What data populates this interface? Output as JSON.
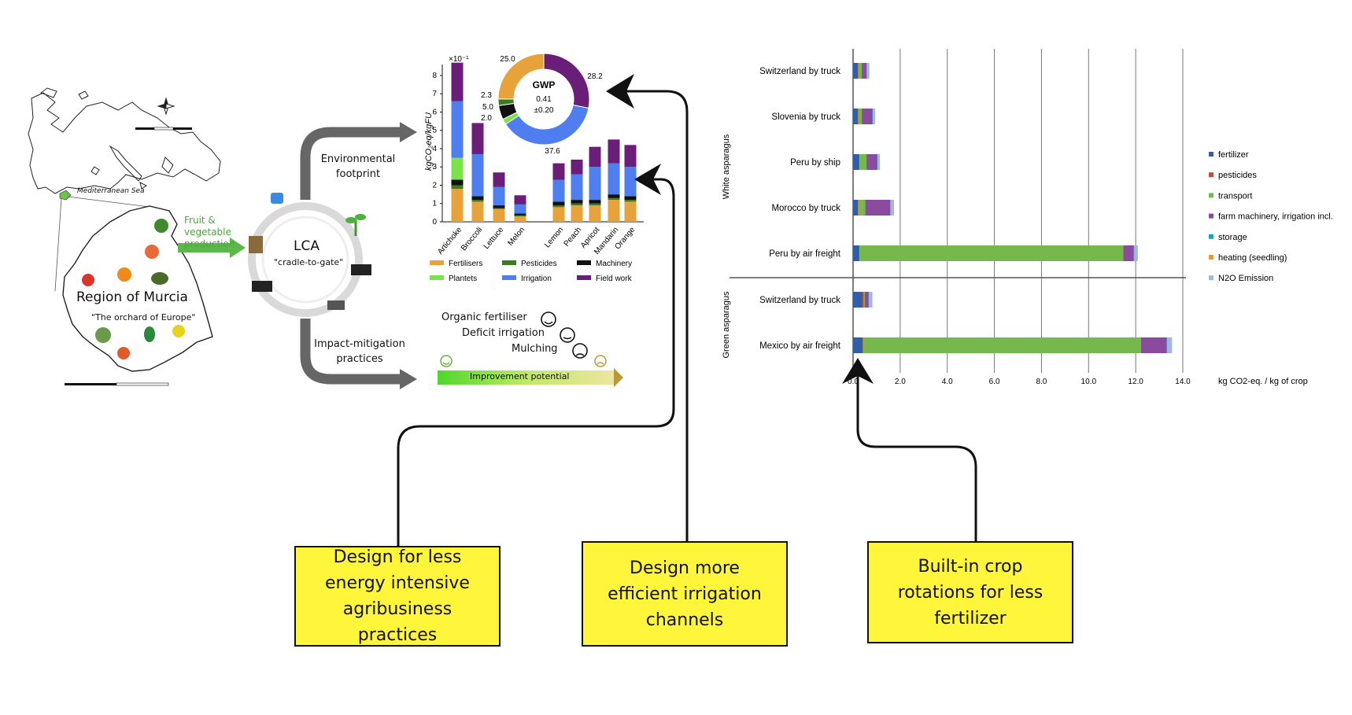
{
  "map": {
    "sea_label": "Mediterranean Sea",
    "region_title": "Region of Murcia",
    "region_subtitle": "\"The orchard of Europe\"",
    "production_label": "Fruit & vegetable production"
  },
  "lca": {
    "title": "LCA",
    "subtitle": "\"cradle-to-gate\"",
    "footprint_label": "Environmental footprint",
    "mitigation_label": "Impact-mitigation practices"
  },
  "crop_chart": {
    "multiplier": "×10⁻¹",
    "ylabel": "kgCO₂eq/kgFU",
    "donut_title": "GWP",
    "donut_value": "0.41",
    "donut_error": "±0.20",
    "donut_labels": [
      "25.0",
      "28.2",
      "37.6",
      "2.3",
      "5.0",
      "2.0"
    ],
    "legend": [
      "Fertilisers",
      "Pesticides",
      "Machinery",
      "Plantets",
      "Irrigation",
      "Field work"
    ]
  },
  "mitigation": {
    "items": [
      "Organic fertiliser",
      "Deficit irrigation",
      "Mulching"
    ],
    "bar_label": "Improvement potential"
  },
  "notes": [
    "Design for less energy intensive agribusiness practices",
    "Design more efficient irrigation channels",
    "Built-in crop rotations for less fertilizer"
  ],
  "colors": {
    "fertilisers": "#e8a23a",
    "pesticides": "#3a7d1e",
    "machinery": "#111111",
    "plantets": "#7be34a",
    "irrigation": "#4f7ef0",
    "field_work": "#6a1e78",
    "note_yellow": "#fff53a",
    "asp_fertilizer": "#2f5fa8",
    "asp_pesticides": "#d04a2a",
    "asp_transport": "#76b84e",
    "asp_farm": "#8a4a9e",
    "asp_storage": "#1aa3c0",
    "asp_heating": "#e89a2a",
    "asp_n2o": "#9db7e8"
  },
  "chart_data": [
    {
      "type": "bar",
      "stacked": true,
      "title": "",
      "xlabel": "",
      "ylabel": "kgCO₂eq/kgFU",
      "ylim": [
        0,
        8.6
      ],
      "yticks": [
        0,
        1,
        2,
        3,
        4,
        5,
        6,
        7,
        8
      ],
      "categories": [
        "Artichoke",
        "Broccoli",
        "Lettuce",
        "Melon",
        "Lemon",
        "Peach",
        "Apricot",
        "Mandarin",
        "Orange"
      ],
      "series": [
        {
          "name": "Fertilisers",
          "values": [
            1.8,
            1.1,
            0.7,
            0.3,
            0.8,
            0.9,
            0.9,
            1.2,
            1.1
          ]
        },
        {
          "name": "Pesticides",
          "values": [
            0.2,
            0.1,
            0.05,
            0.05,
            0.1,
            0.1,
            0.1,
            0.1,
            0.1
          ]
        },
        {
          "name": "Machinery",
          "values": [
            0.3,
            0.2,
            0.15,
            0.1,
            0.2,
            0.2,
            0.2,
            0.2,
            0.2
          ]
        },
        {
          "name": "Plantets",
          "values": [
            1.2,
            0,
            0,
            0,
            0,
            0,
            0,
            0,
            0
          ]
        },
        {
          "name": "Irrigation",
          "values": [
            3.1,
            2.3,
            1.0,
            0.5,
            1.2,
            1.4,
            1.8,
            1.7,
            1.6
          ]
        },
        {
          "name": "Field work",
          "values": [
            2.1,
            1.7,
            0.8,
            0.5,
            0.9,
            0.8,
            1.1,
            1.3,
            1.2
          ]
        }
      ],
      "legend_position": "bottom"
    },
    {
      "type": "pie",
      "title": "GWP",
      "labels": [
        "Fertilisers",
        "Field work",
        "Irrigation",
        "Plantets",
        "Machinery",
        "Pesticides"
      ],
      "values": [
        25.0,
        28.2,
        37.6,
        2.0,
        5.0,
        2.3
      ]
    },
    {
      "type": "bar",
      "orientation": "horizontal",
      "stacked": true,
      "title": "",
      "xlabel": "kg CO2-eq. / kg of crop",
      "xlim": [
        0,
        14
      ],
      "xticks": [
        "0.0",
        "2.0",
        "4.0",
        "6.0",
        "8.0",
        "10.0",
        "12.0",
        "14.0"
      ],
      "groups": [
        {
          "name": "White asparagus",
          "categories": [
            "Switzerland by truck",
            "Slovenia by truck",
            "Peru by ship",
            "Morocco by truck",
            "Peru by air freight"
          ]
        },
        {
          "name": "Green asparagus",
          "categories": [
            "Switzerland by truck",
            "Mexico by air freight"
          ]
        }
      ],
      "categories": [
        "Switzerland by truck",
        "Slovenia by truck",
        "Peru by ship",
        "Morocco by truck",
        "Peru by air freight",
        "Switzerland by truck",
        "Mexico by air freight"
      ],
      "series": [
        {
          "name": "fertilizer",
          "values": [
            0.2,
            0.2,
            0.25,
            0.2,
            0.25,
            0.4,
            0.4
          ]
        },
        {
          "name": "pesticides",
          "values": [
            0.02,
            0.02,
            0.02,
            0.02,
            0.02,
            0.05,
            0.02
          ]
        },
        {
          "name": "transport",
          "values": [
            0.15,
            0.15,
            0.3,
            0.3,
            11.2,
            0.05,
            11.8
          ]
        },
        {
          "name": "farm machinery, irrigation incl.",
          "values": [
            0.2,
            0.45,
            0.45,
            1.05,
            0.45,
            0.15,
            1.1
          ]
        },
        {
          "name": "storage",
          "values": [
            0.02,
            0.02,
            0.02,
            0.02,
            0.02,
            0.02,
            0.02
          ]
        },
        {
          "name": "heating (seedling)",
          "values": [
            0,
            0,
            0,
            0,
            0,
            0,
            0
          ]
        },
        {
          "name": "N2O Emission",
          "values": [
            0.1,
            0.1,
            0.1,
            0.15,
            0.15,
            0.15,
            0.2
          ]
        }
      ],
      "grid": true,
      "legend_position": "right"
    }
  ]
}
